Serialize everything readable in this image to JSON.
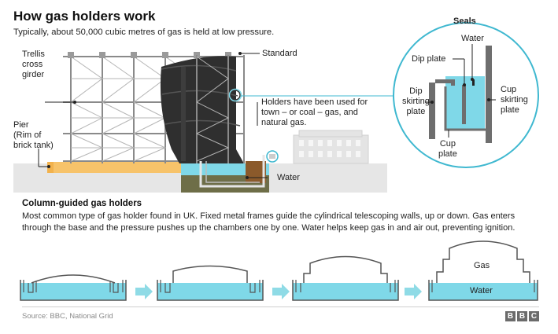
{
  "header": {
    "title": "How gas holders work",
    "subtitle": "Typically, about 50,000 cubic metres of gas is held at low pressure."
  },
  "main_diagram": {
    "labels": {
      "trellis_line1": "Trellis",
      "trellis_line2": "cross",
      "trellis_line3": "girder",
      "pier_line1": "Pier",
      "pier_line2": "(Rim of",
      "pier_line3": "brick tank)",
      "standard": "Standard",
      "holders_line1": "Holders have been used for",
      "holders_line2": "town – or coal – gas, and",
      "holders_line3": "natural gas.",
      "water": "Water"
    }
  },
  "seals_detail": {
    "title": "Seals",
    "water": "Water",
    "dip_plate": "Dip plate",
    "dip_skirting_line1": "Dip",
    "dip_skirting_line2": "skirting",
    "dip_skirting_line3": "plate",
    "cup_skirting_line1": "Cup",
    "cup_skirting_line2": "skirting",
    "cup_skirting_line3": "plate",
    "cup_plate_line1": "Cup",
    "cup_plate_line2": "plate"
  },
  "column_guided": {
    "title": "Column-guided gas holders",
    "description": "Most common type of gas holder found in UK. Fixed metal frames guide the cylindrical telescoping walls, up or down. Gas enters through the base and the pressure pushes up the chambers one by one. Water helps keep gas in and air out, preventing ignition.",
    "stage_gas": "Gas",
    "stage_water": "Water"
  },
  "footer": {
    "source": "Source: BBC, National Grid",
    "logo": [
      "B",
      "B",
      "C"
    ]
  },
  "colors": {
    "water": "#7fd8e8",
    "water_dark": "#3fb8d0",
    "tank_dark": "#2b2b2b",
    "ground": "#e6e6e6",
    "pier": "#f7c36a",
    "soil": "#6b6b45",
    "arrow": "#8fdbe6",
    "frame": "#7a7a7a"
  }
}
